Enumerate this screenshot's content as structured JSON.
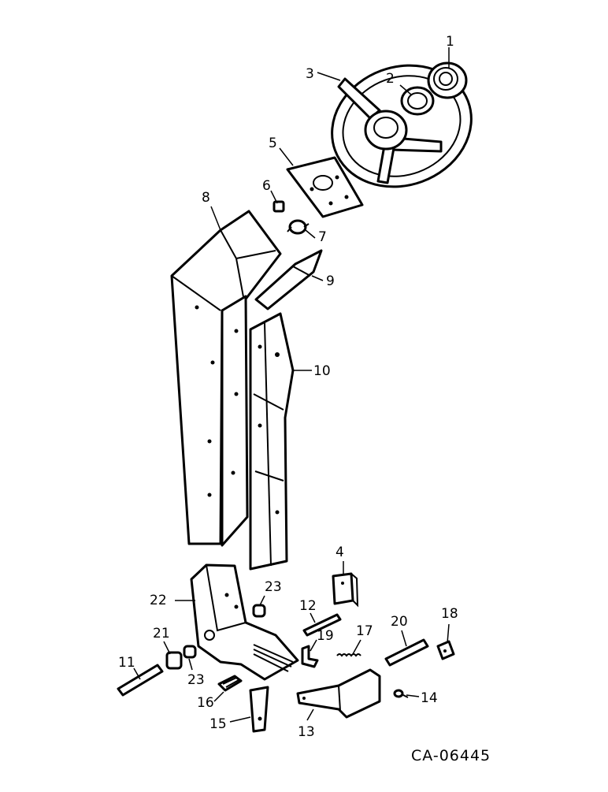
{
  "diagram": {
    "code": "CA-06445",
    "callouts": {
      "c1": "1",
      "c2": "2",
      "c3": "3",
      "c4": "4",
      "c5": "5",
      "c6": "6",
      "c7": "7",
      "c8": "8",
      "c9": "9",
      "c10": "10",
      "c11": "11",
      "c12": "12",
      "c13": "13",
      "c14": "14",
      "c15": "15",
      "c16": "16",
      "c17": "17",
      "c18": "18",
      "c19": "19",
      "c20": "20",
      "c21": "21",
      "c22": "22",
      "c23a": "23",
      "c23b": "23"
    }
  }
}
